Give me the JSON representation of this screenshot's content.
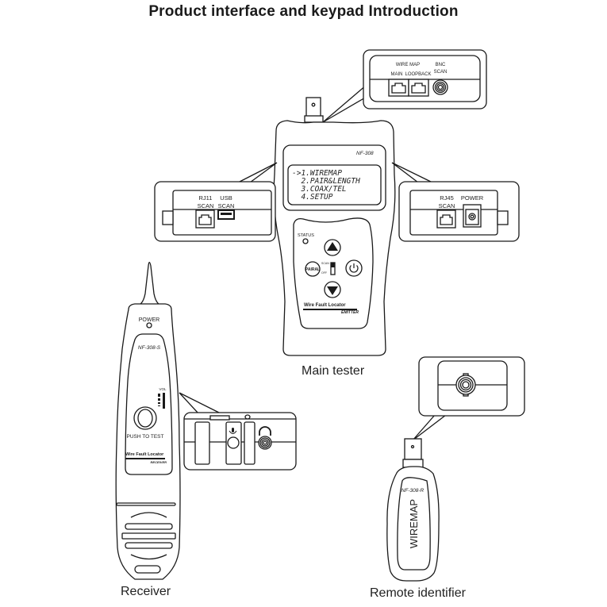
{
  "title": "Product interface and keypad Introduction",
  "colors": {
    "ink": "#1a1a1a",
    "background": "#ffffff"
  },
  "main_tester": {
    "caption": "Main tester",
    "model": "NF-308",
    "lcd_menu": [
      "->1.WIREMAP",
      "  2.PAIR&LENGTH",
      "  3.COAX/TEL",
      "  4.SETUP"
    ],
    "status_label": "STATUS",
    "pairing_button": "PAIRAL",
    "switch_labels": {
      "on": "SCAN",
      "off": "OFF"
    },
    "brand": "Wire Fault Locator",
    "subbrand": "EMITTER",
    "top_callout": {
      "group_label": "WIRE MAP",
      "ports": [
        "MAIN",
        "LOOPBACK"
      ],
      "bnc_label": [
        "BNC",
        "SCAN"
      ]
    },
    "left_callout": {
      "ports": [
        {
          "line1": "RJ11",
          "line2": "SCAN"
        },
        {
          "line1": "USB",
          "line2": "SCAN"
        }
      ]
    },
    "right_callout": {
      "ports": [
        {
          "line1": "RJ45",
          "line2": "SCAN"
        },
        {
          "line1": "POWER",
          "line2": ""
        }
      ]
    },
    "icons": [
      "up-arrow-icon",
      "down-arrow-icon",
      "power-icon"
    ]
  },
  "receiver": {
    "caption": "Receiver",
    "power_label": "POWER",
    "model": "NF-308-S",
    "vol_label": "VOL",
    "push_label": "PUSH TO TEST",
    "brand": "Wire Fault Locator",
    "subbrand": "RECEIVER",
    "icons": [
      "microphone-icon",
      "headphone-icon"
    ]
  },
  "remote": {
    "caption": "Remote identifier",
    "model": "NF-308-R",
    "label": "WIREMAP"
  }
}
